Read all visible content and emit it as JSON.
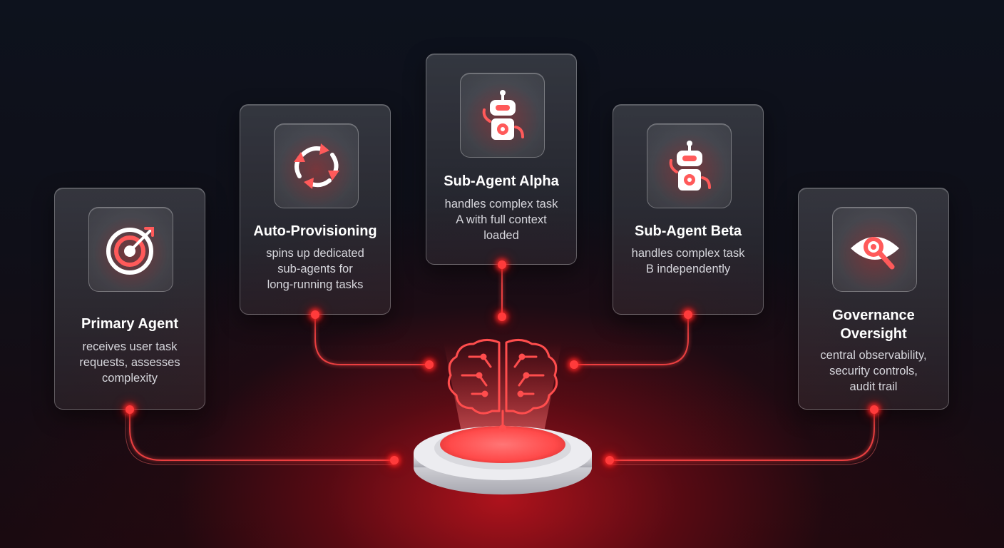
{
  "colors": {
    "accent": "#ff3b3b",
    "background": "#0d121d",
    "glow": "#c8141e"
  },
  "cards": [
    {
      "id": "primary-agent",
      "icon": "target-icon",
      "title": "Primary Agent",
      "desc": [
        "receives user task",
        "requests, assesses",
        "complexity"
      ]
    },
    {
      "id": "auto-provisioning",
      "icon": "refresh-cycle-icon",
      "title": "Auto-Provisioning",
      "desc": [
        "spins up dedicated",
        "sub-agents for",
        "long-running tasks"
      ]
    },
    {
      "id": "sub-agent-alpha",
      "icon": "robot-icon",
      "title": "Sub-Agent Alpha",
      "desc": [
        "handles complex task",
        "A with full context",
        "loaded"
      ]
    },
    {
      "id": "sub-agent-beta",
      "icon": "robot-icon",
      "title": "Sub-Agent Beta",
      "desc": [
        "handles complex task",
        "B independently"
      ]
    },
    {
      "id": "governance-oversight",
      "icon": "eye-magnifier-icon",
      "title": [
        "Governance",
        "Oversight"
      ],
      "desc": [
        "central observability,",
        "security controls,",
        "audit trail"
      ]
    }
  ],
  "hub": {
    "icon": "brain-circuit-icon",
    "base": "pedestal-platform"
  }
}
